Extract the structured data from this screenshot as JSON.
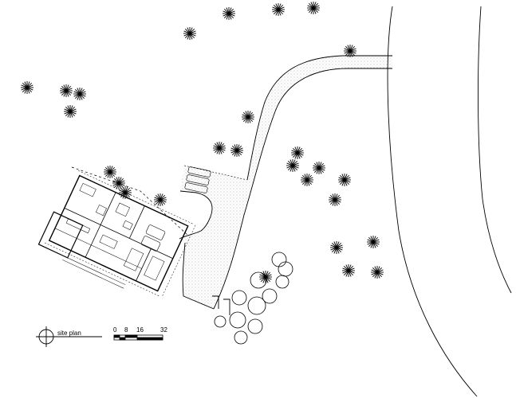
{
  "legend": {
    "title": "site plan",
    "scale_ticks": [
      "0",
      "8",
      "16",
      "32"
    ]
  },
  "colors": {
    "line": "#000000",
    "paving_dots": "#8a8a8a",
    "background": "#ffffff"
  },
  "icons": {
    "north": "north-arrow-icon",
    "tree": "tree-icon",
    "shrub": "shrub-circle-icon"
  }
}
